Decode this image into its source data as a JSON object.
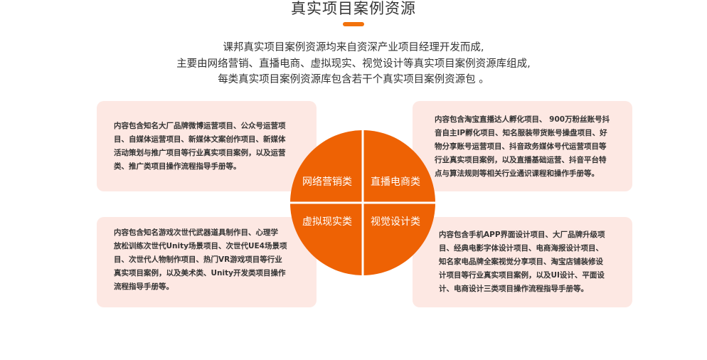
{
  "title": "真实项目案例资源",
  "intro": [
    "课邦真实项目案例资源均来自资深产业项目经理开发而成,",
    "主要由网络营销、直播电商、虚拟现实、视觉设计等真实项目案例资源库组成,",
    "每类真实项目案例资源库包含若干个真实项目案例资源包 。"
  ],
  "quadrants": [
    {
      "label": "网络营销类",
      "color": "#ee6204"
    },
    {
      "label": "直播电商类",
      "color": "#ee6204"
    },
    {
      "label": "虚拟现实类",
      "color": "#ee6204"
    },
    {
      "label": "视觉设计类",
      "color": "#ee6204"
    }
  ],
  "cards": {
    "top_left": [
      "内容包含知名大厂品牌微博运营项目、公众号运营项",
      "目、自媒体运营项目、新媒体文案创作项目、新媒体",
      "活动策划与推广项目等行业真实项目案例，以及运营",
      "类、推广类项目操作流程指导手册等。"
    ],
    "top_right": [
      "内容包含淘宝直播达人孵化项目、 900万粉丝账号抖",
      "音自主IP孵化项目、知名服装带货账号操盘项目、好",
      "物分享账号运营项目、抖音政务媒体号代运营项目等",
      "行业真实项目案例，以及直播基础运营、抖音平台特",
      "点与算法规则等相关行业通识课程和操作手册等。"
    ],
    "bottom_left": [
      "内容包含知名游戏次世代武器道具制作目、心理学",
      "放松训练次世代Unity场景项目、次世代UE4场景项",
      "目、次世代人物制作项目、热门VR游戏项目等行业",
      "真实项目案例，以及美术类、Unity开发类项目操作",
      "流程指导手册等。"
    ],
    "bottom_right": [
      "内容包含手机APP界面设计项目、大厂品牌升级项",
      "目、经典电影字体设计项目、电商海报设计项目、",
      "知名家电品牌全案视觉分享项目、淘宝店铺装修设",
      "计项目等行业真实项目案例，以及UI设计、平面设",
      "计、电商设计三类项目操作流程指导手册等。"
    ]
  },
  "colors": {
    "accent": "#f2720c",
    "pie": "#ee6204",
    "card_bg": "#fde8e3",
    "text": "#333333"
  }
}
